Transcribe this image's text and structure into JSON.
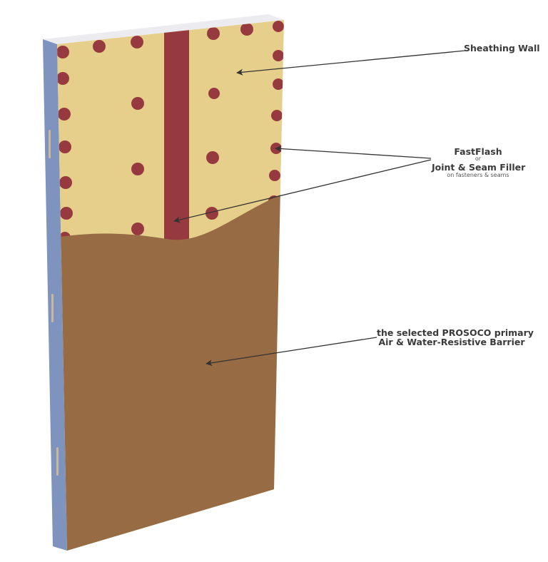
{
  "diagram": {
    "type": "layered wall assembly illustration",
    "colors": {
      "sheathing": "#e5cf8b",
      "sheathing_top_edge": "#ecebf0",
      "side_edge": "#7f93bf",
      "fastener_dots": "#973a40",
      "seam_strip": "#973a40",
      "barrier": "#976c44",
      "leader_lines": "#333333"
    }
  },
  "labels": {
    "sheathing_wall": {
      "text": "Sheathing Wall"
    },
    "fastflash": {
      "title": "FastFlash",
      "or": "or",
      "title2": "Joint & Seam Filler",
      "subtitle": "on fasteners & seams"
    },
    "barrier": {
      "line1": "the selected PROSOCO primary",
      "line2": "Air & Water-Resistive Barrier"
    }
  }
}
